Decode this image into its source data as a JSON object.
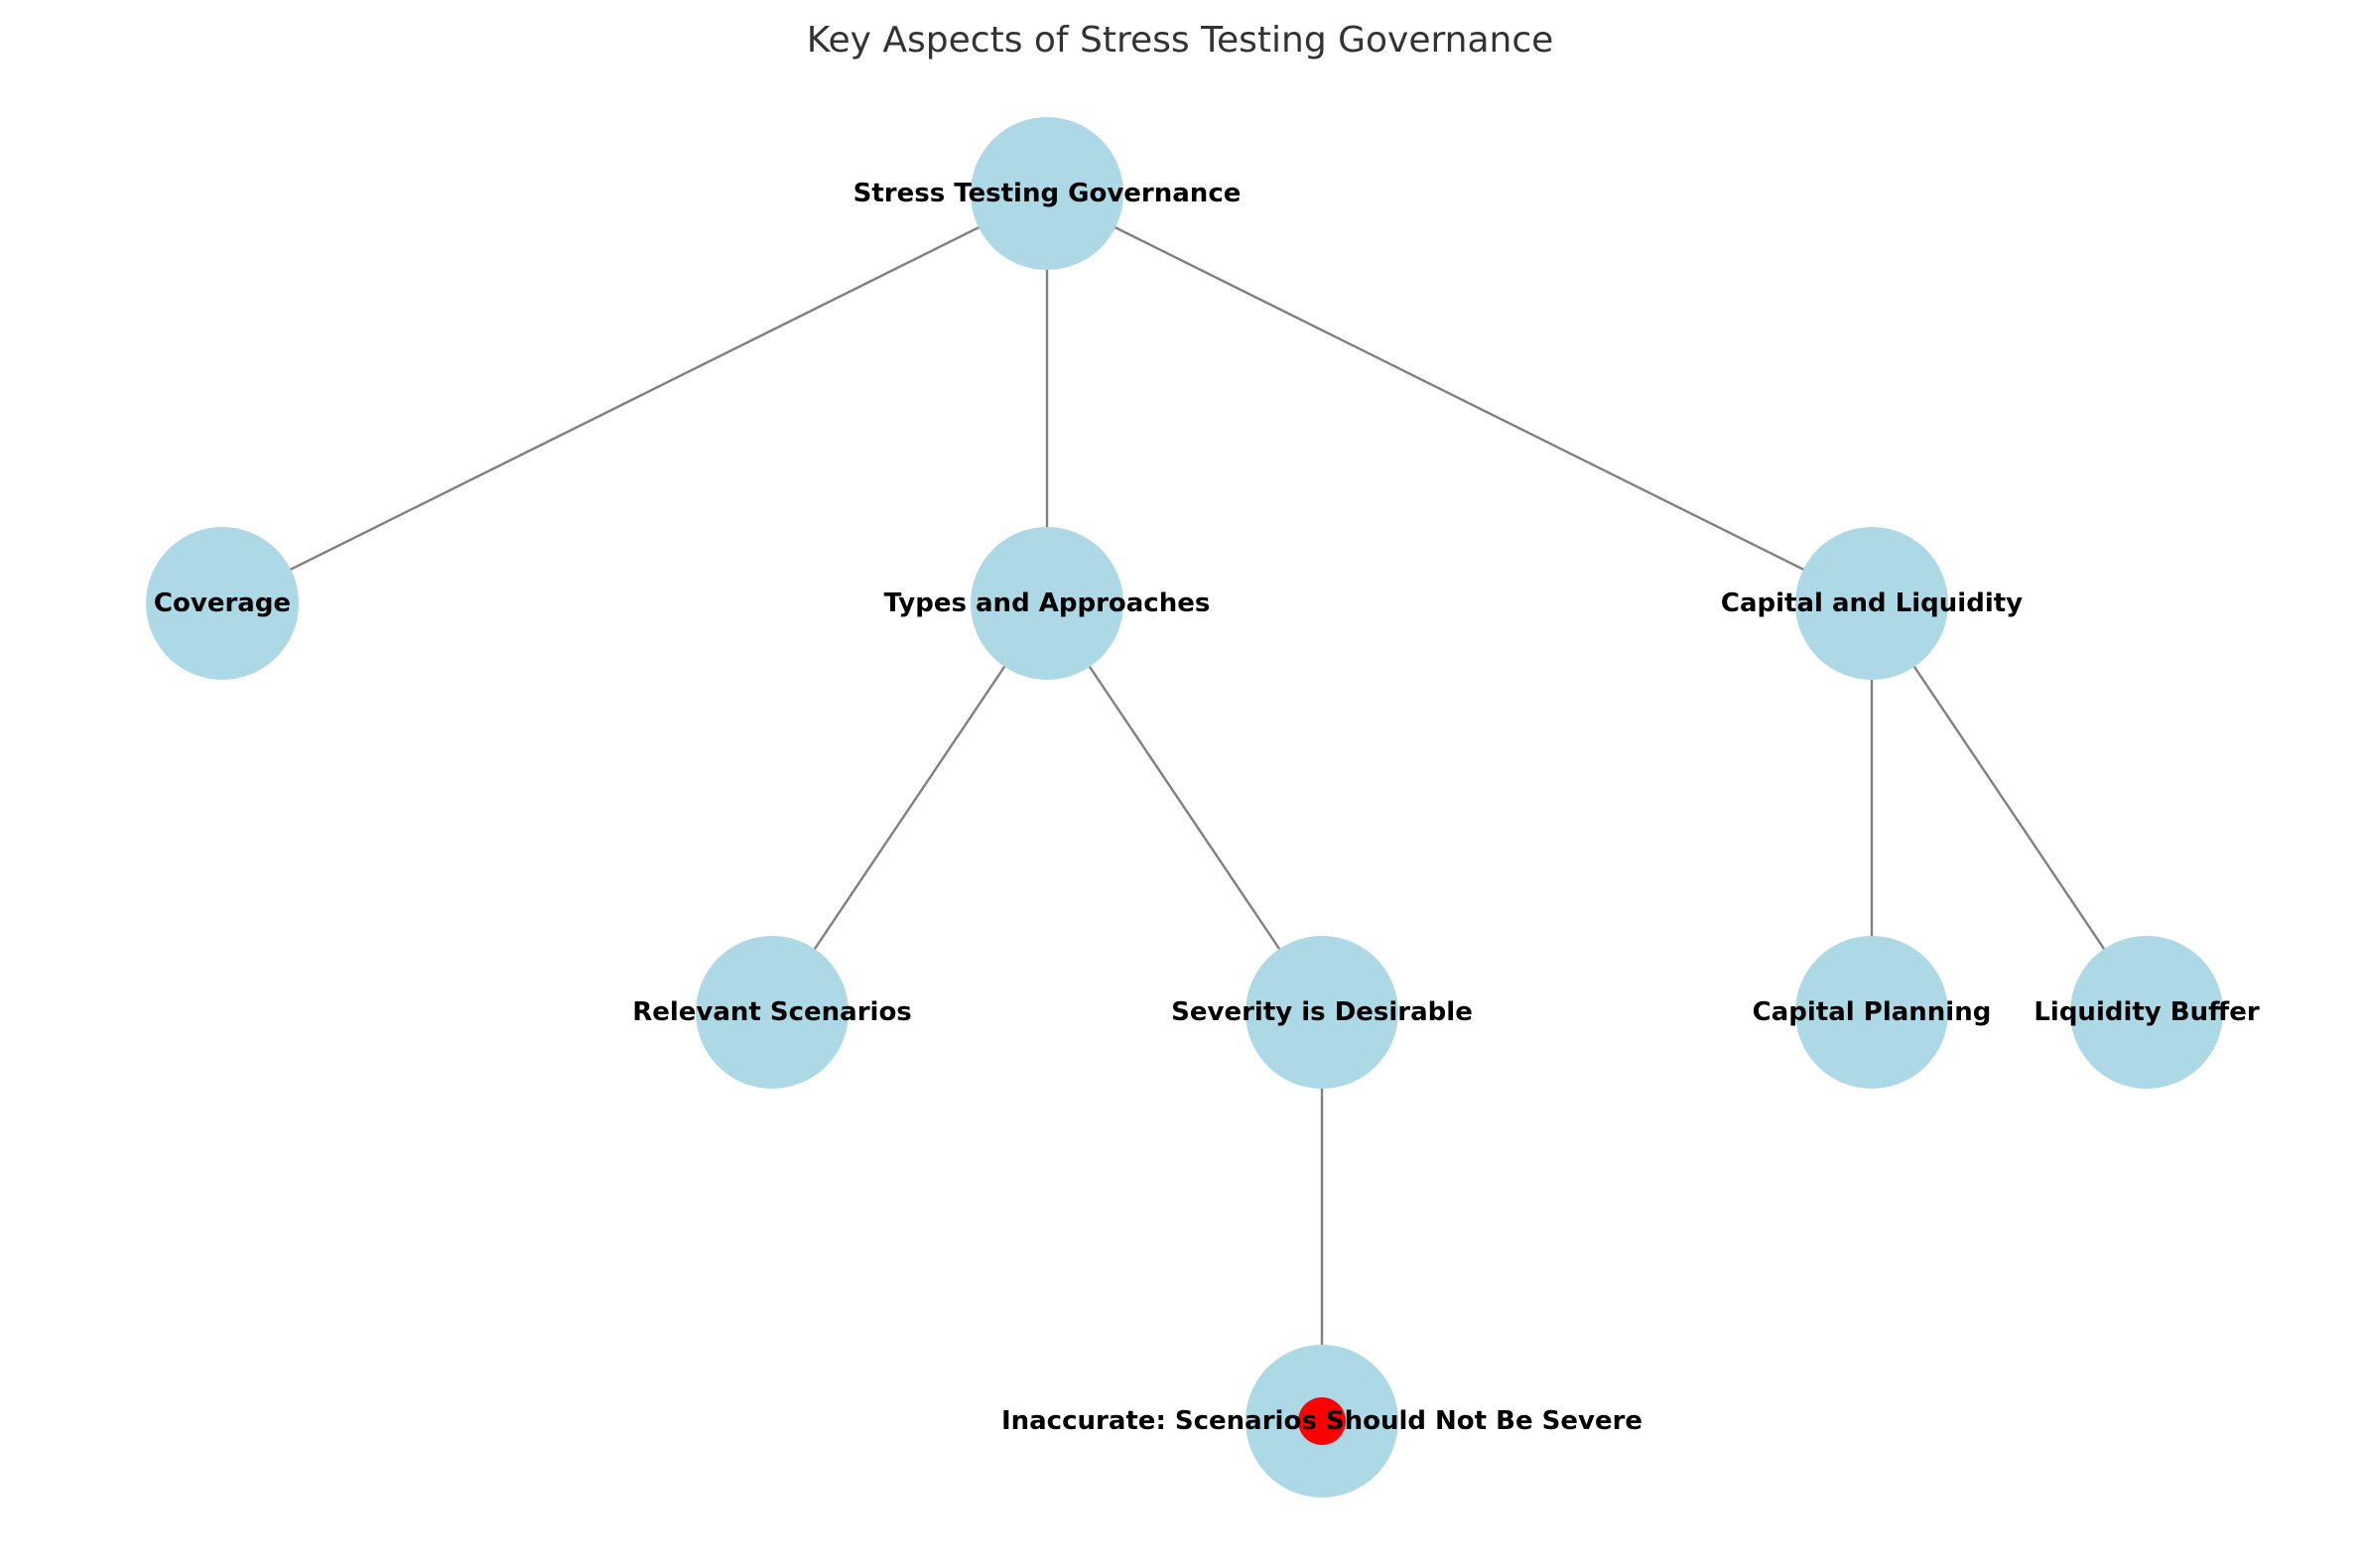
{
  "diagram": {
    "title": "Key Aspects of Stress Testing Governance",
    "node_color": "#add8e6",
    "edge_color": "#808080",
    "highlight_color": "#ff0000",
    "nodes": [
      {
        "id": "root",
        "label": "Stress Testing Governance"
      },
      {
        "id": "coverage",
        "label": "Coverage"
      },
      {
        "id": "types",
        "label": "Types and Approaches"
      },
      {
        "id": "capliq",
        "label": "Capital and Liquidity"
      },
      {
        "id": "relevant",
        "label": "Relevant Scenarios"
      },
      {
        "id": "severity",
        "label": "Severity is Desirable"
      },
      {
        "id": "capplan",
        "label": "Capital Planning"
      },
      {
        "id": "liqbuf",
        "label": "Liquidity Buffer"
      },
      {
        "id": "inaccurate",
        "label": "Inaccurate: Scenarios Should Not Be Severe",
        "highlighted": true
      }
    ],
    "edges": [
      [
        "root",
        "coverage"
      ],
      [
        "root",
        "types"
      ],
      [
        "root",
        "capliq"
      ],
      [
        "types",
        "relevant"
      ],
      [
        "types",
        "severity"
      ],
      [
        "capliq",
        "capplan"
      ],
      [
        "capliq",
        "liqbuf"
      ],
      [
        "severity",
        "inaccurate"
      ]
    ]
  }
}
